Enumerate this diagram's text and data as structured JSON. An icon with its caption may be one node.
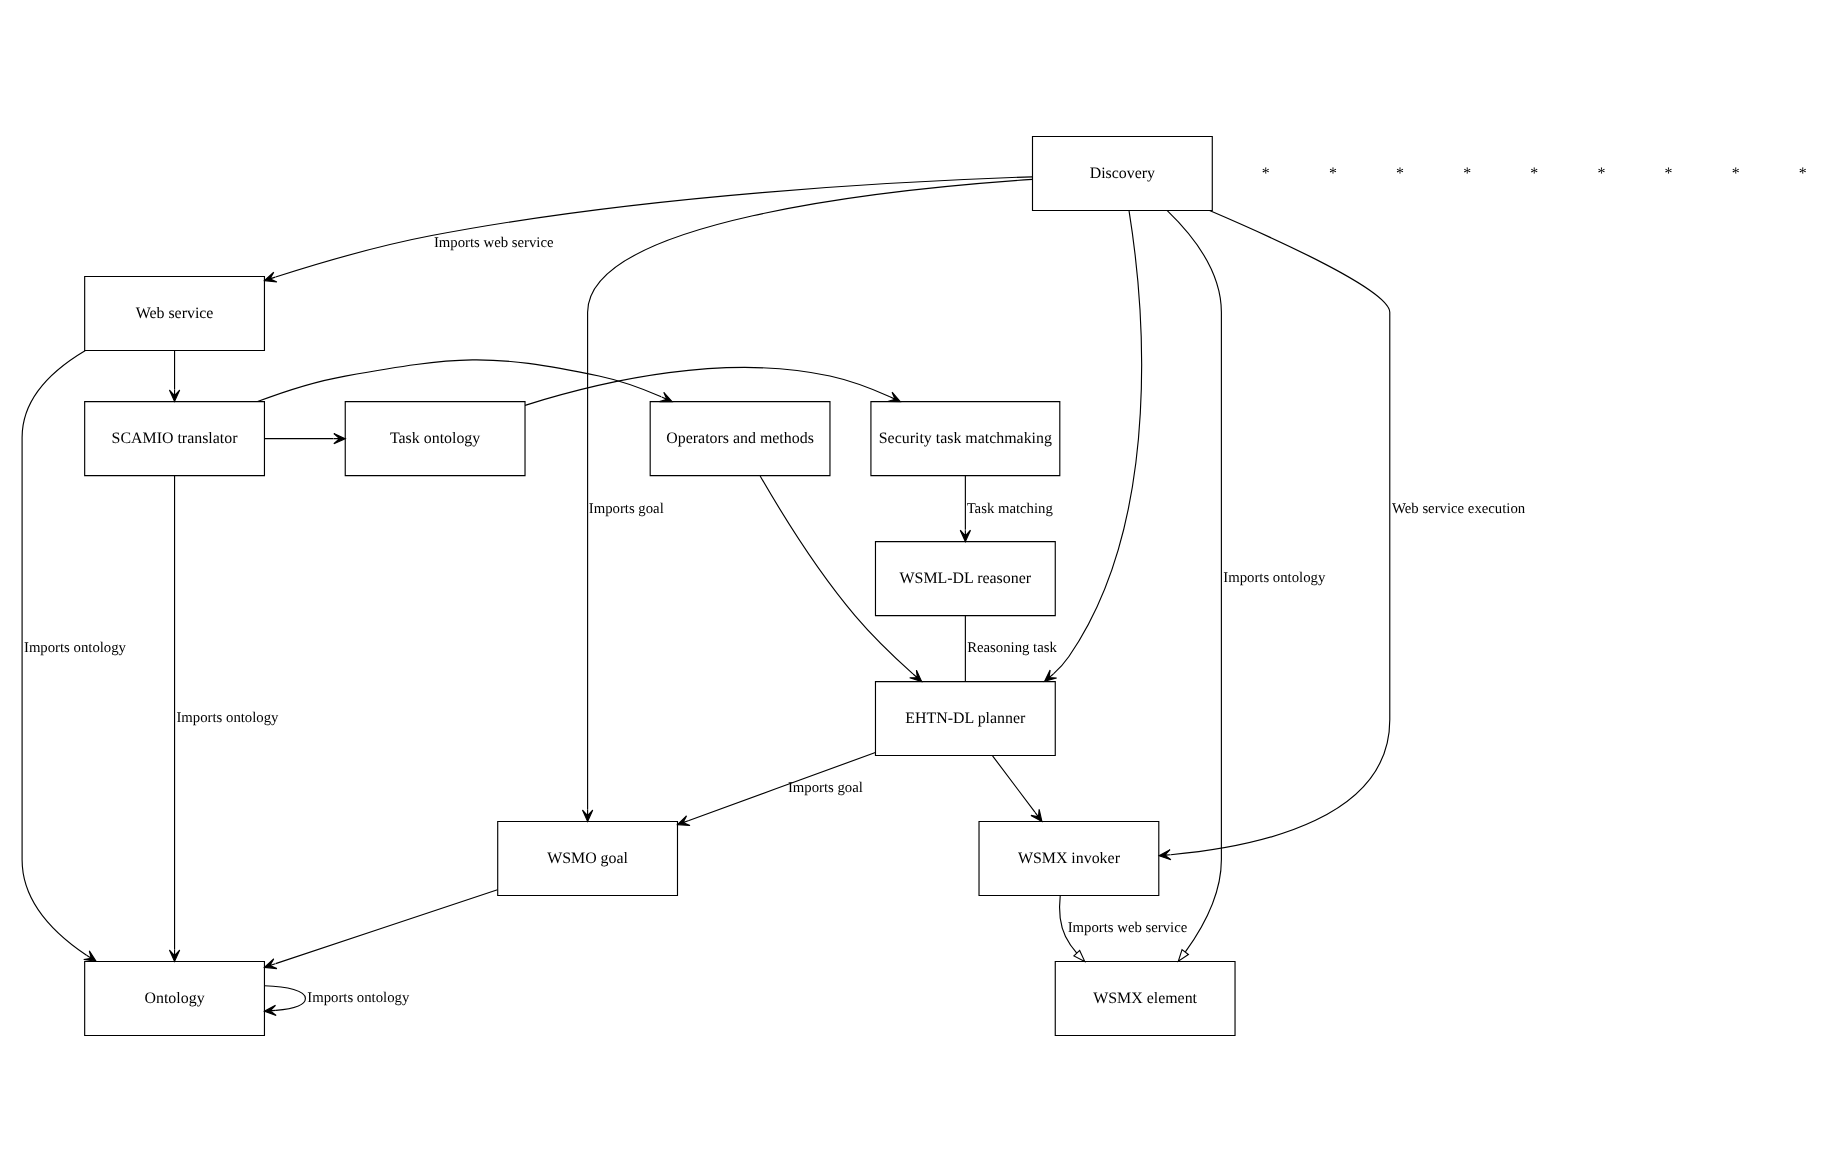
{
  "diagram": {
    "nodes": [
      {
        "text": [
          "Security task matchmaking"
        ]
      },
      {
        "text": [
          "Task ontology"
        ]
      },
      {
        "text": [
          "SCAMIO translator"
        ]
      },
      {
        "text": [
          "Operators and methods"
        ]
      },
      {
        "text": [
          "WSML-DL reasoner"
        ]
      },
      {
        "text": [
          "WSMX invoker"
        ]
      },
      {
        "text": [
          "Ontology"
        ]
      },
      {
        "text": [
          "EHTN-DL planner"
        ]
      },
      {
        "text": [
          "Web service"
        ]
      },
      {
        "text": [
          "WSMX element"
        ]
      },
      {
        "text": [
          "Discovery"
        ]
      },
      {
        "text": [
          "WSMO goal"
        ]
      }
    ],
    "edges": [
      {
        "from": 1,
        "to": 0,
        "arrow": "to"
      },
      {
        "from": 2,
        "to": 1,
        "arrow": "to"
      },
      {
        "from": 2,
        "to": 3,
        "arrow": "to"
      },
      {
        "from": 0,
        "to": 4,
        "arrow": "to",
        "label": "Task matching"
      },
      {
        "from": 2,
        "to": 6,
        "arrow": "to",
        "label": "Imports ontology"
      },
      {
        "from": 3,
        "to": 7,
        "arrow": "to"
      },
      {
        "from": 5,
        "to": 9,
        "arrow": "to",
        "label": "Imports web service"
      },
      {
        "from": 8,
        "to": 6,
        "arrow": "to",
        "label": "Imports ontology"
      },
      {
        "from": 8,
        "to": 2,
        "arrow": "to"
      },
      {
        "from": 6,
        "to": 6,
        "arrow": "to",
        "label": "Imports ontology"
      },
      {
        "from": 11,
        "to": 6,
        "arrow": "to"
      },
      {
        "from": 4,
        "to": 7,
        "arrow": "none",
        "label": "Reasoning task"
      },
      {
        "from": 7,
        "to": 5,
        "arrow": "to"
      },
      {
        "from": 10,
        "to": 5,
        "arrow": "to",
        "label": "Web service execution"
      },
      {
        "from": 10,
        "to": 7,
        "arrow": "to"
      },
      {
        "from": 7,
        "to": 11,
        "arrow": "to",
        "label": "Imports goal"
      },
      {
        "from": 10,
        "to": 8,
        "arrow": "to",
        "label": "Imports web service"
      },
      {
        "from": 10,
        "to": 9,
        "arrow": "to",
        "label": "Imports ontology"
      },
      {
        "from": 10,
        "to": 11,
        "arrow": "to",
        "label": "Imports goal"
      }
    ],
    "labels": [
      "*",
      "*",
      "*",
      "*",
      "*",
      "*",
      "*",
      "*",
      "*"
    ]
  }
}
